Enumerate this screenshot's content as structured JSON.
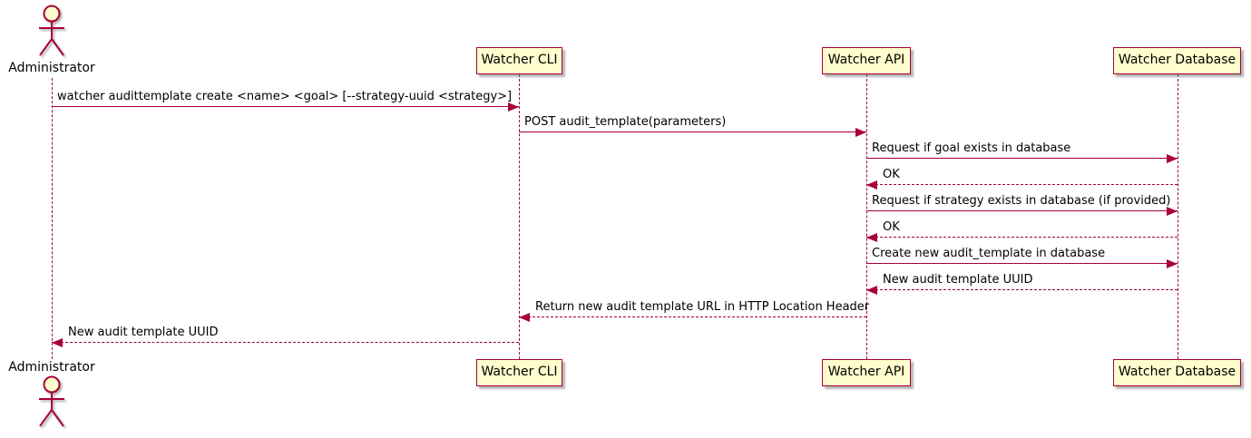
{
  "diagram": {
    "type": "uml-sequence-diagram",
    "actor": {
      "name": "Administrator"
    },
    "participants": [
      {
        "name": "Watcher CLI"
      },
      {
        "name": "Watcher API"
      },
      {
        "name": "Watcher Database"
      }
    ],
    "messages": [
      {
        "text": "watcher audittemplate create <name> <goal> [--strategy-uuid <strategy>]",
        "from": "Administrator",
        "to": "Watcher CLI",
        "line": "solid"
      },
      {
        "text": "POST audit_template(parameters)",
        "from": "Watcher CLI",
        "to": "Watcher API",
        "line": "solid"
      },
      {
        "text": "Request if goal exists in database",
        "from": "Watcher API",
        "to": "Watcher Database",
        "line": "solid"
      },
      {
        "text": "OK",
        "from": "Watcher Database",
        "to": "Watcher API",
        "line": "dashed"
      },
      {
        "text": "Request if strategy exists in database (if provided)",
        "from": "Watcher API",
        "to": "Watcher Database",
        "line": "solid"
      },
      {
        "text": "OK",
        "from": "Watcher Database",
        "to": "Watcher API",
        "line": "dashed"
      },
      {
        "text": "Create new audit_template in database",
        "from": "Watcher API",
        "to": "Watcher Database",
        "line": "solid"
      },
      {
        "text": "New audit template UUID",
        "from": "Watcher Database",
        "to": "Watcher API",
        "line": "dashed"
      },
      {
        "text": "Return new audit template URL in HTTP Location Header",
        "from": "Watcher API",
        "to": "Watcher CLI",
        "line": "dashed"
      },
      {
        "text": "New audit template UUID",
        "from": "Watcher CLI",
        "to": "Administrator",
        "line": "dashed"
      }
    ],
    "colors": {
      "accent": "#A80036",
      "participant_fill": "#FEFECE",
      "background": "#FFFFFF",
      "text": "#000000"
    }
  }
}
